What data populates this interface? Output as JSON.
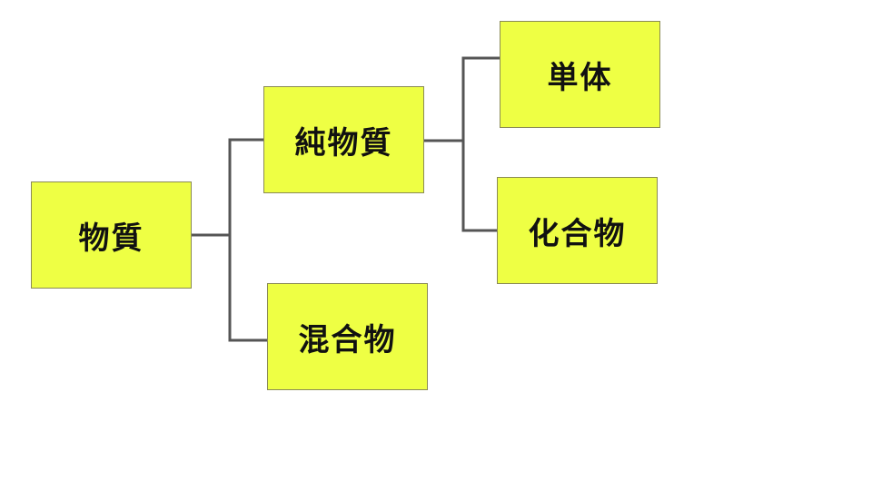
{
  "colors": {
    "box_fill": "#eeff44",
    "line": "#555555"
  },
  "nodes": {
    "matter": "物質",
    "pure_substance": "純物質",
    "mixture": "混合物",
    "element": "単体",
    "compound": "化合物"
  }
}
